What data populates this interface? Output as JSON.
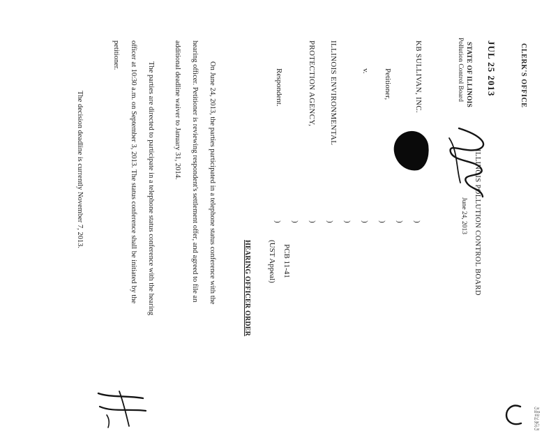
{
  "stamp": {
    "office": "CLERK'S OFFICE",
    "date": "JUL 25 2013",
    "state": "STATE OF ILLINOIS",
    "board": "Pollution Control Board"
  },
  "header": {
    "board_name": "ILLINOIS POLLUTION CONTROL BOARD",
    "date": "June 24, 2013"
  },
  "caption": {
    "petitioner_name": "KB SULLIVAN, INC.",
    "petitioner_label": "Petitioner,",
    "versus": "v.",
    "respondent_line1": "ILLINOIS ENVIRONMENTAL",
    "respondent_line2": "PROTECTION AGENCY,",
    "respondent_label": "Respondent.",
    "case_number": "PCB 11-41",
    "case_type": "(UST Appeal)",
    "dividers": [
      ")",
      ")",
      ")",
      ")",
      ")",
      ")",
      ")",
      ")",
      ")"
    ]
  },
  "order": {
    "title": "HEARING OFFICER ORDER",
    "paragraph1_lines": [
      "On June 24, 2013, the parties participated in a telephone status conference with the",
      "hearing officer.  Petitioner is reviewing respondent's settlement offer, and agreed to file an",
      "additional deadline waiver to January 31, 2014."
    ],
    "paragraph2_lines": [
      "The parties are directed to participate in a telephone status conference with the hearing",
      "officer at 10:30 a.m. on September 3, 2013.  The status conference shall be initiated by the",
      "petitioner."
    ],
    "paragraph3": "The decision deadline is currently November 7, 2013."
  },
  "edge_artifacts": {
    "address_fragments": [
      "Car",
      "Hea",
      "102",
      "P.C",
      "Spr",
      "217",
      "Car"
    ]
  }
}
